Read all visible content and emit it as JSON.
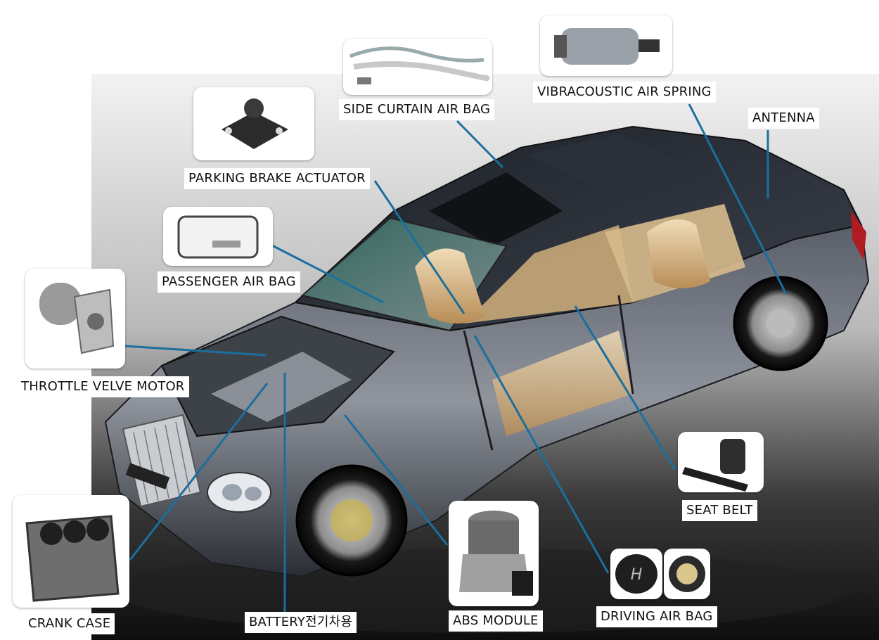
{
  "labels": {
    "side_curtain_air_bag": "SIDE CURTAIN AIR BAG",
    "vibracoustic_air_spring": "VIBRACOUSTIC AIR SPRING",
    "antenna": "ANTENNA",
    "parking_brake_actuator": "PARKING BRAKE ACTUATOR",
    "passenger_air_bag": "PASSENGER AIR BAG",
    "throttle_velve_motor": "THROTTLE  VELVE MOTOR",
    "crank_case": "CRANK CASE",
    "battery": "BATTERY전기차용",
    "abs_module": "ABS MODULE",
    "driving_air_bag": "DRIVING AIR BAG",
    "seat_belt": "SEAT BELT"
  },
  "colors": {
    "leader_line": "#1a6f9e",
    "label_background": "#ffffff",
    "car_body": "#2c3038",
    "interior": "#d9b98a"
  },
  "icons": {
    "car": "luxury-sedan-cutaway",
    "steering_logo": "H"
  }
}
